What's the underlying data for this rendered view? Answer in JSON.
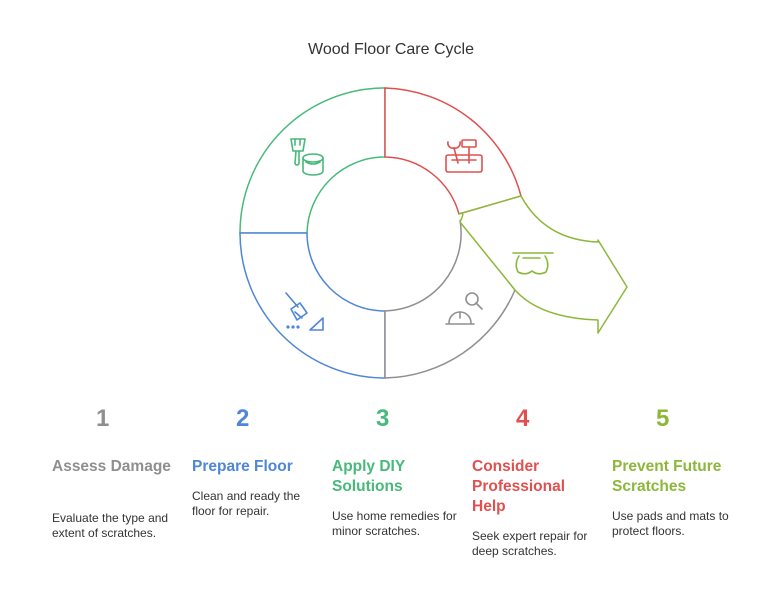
{
  "title": "Wood Floor Care Cycle",
  "colors": {
    "gray": "#8f8f8f",
    "blue": "#4f86d6",
    "green": "#47b97a",
    "red": "#e0504f",
    "lime": "#8cb83a"
  },
  "steps": [
    {
      "number": "1",
      "heading": "Assess Damage",
      "description": "Evaluate the type and extent of scratches.",
      "icon": "inspection-helmet-icon"
    },
    {
      "number": "2",
      "heading": "Prepare Floor",
      "description": "Clean and ready the floor for repair.",
      "icon": "broom-dustpan-icon"
    },
    {
      "number": "3",
      "heading": "Apply DIY Solutions",
      "description": "Use home remedies for minor scratches.",
      "icon": "paintbrush-paint-icon"
    },
    {
      "number": "4",
      "heading": "Consider Professional Help",
      "description": "Seek expert repair for deep scratches.",
      "icon": "toolbox-icon"
    },
    {
      "number": "5",
      "heading": "Prevent Future Scratches",
      "description": "Use pads and mats to protect floors.",
      "icon": "rug-mat-icon"
    }
  ]
}
